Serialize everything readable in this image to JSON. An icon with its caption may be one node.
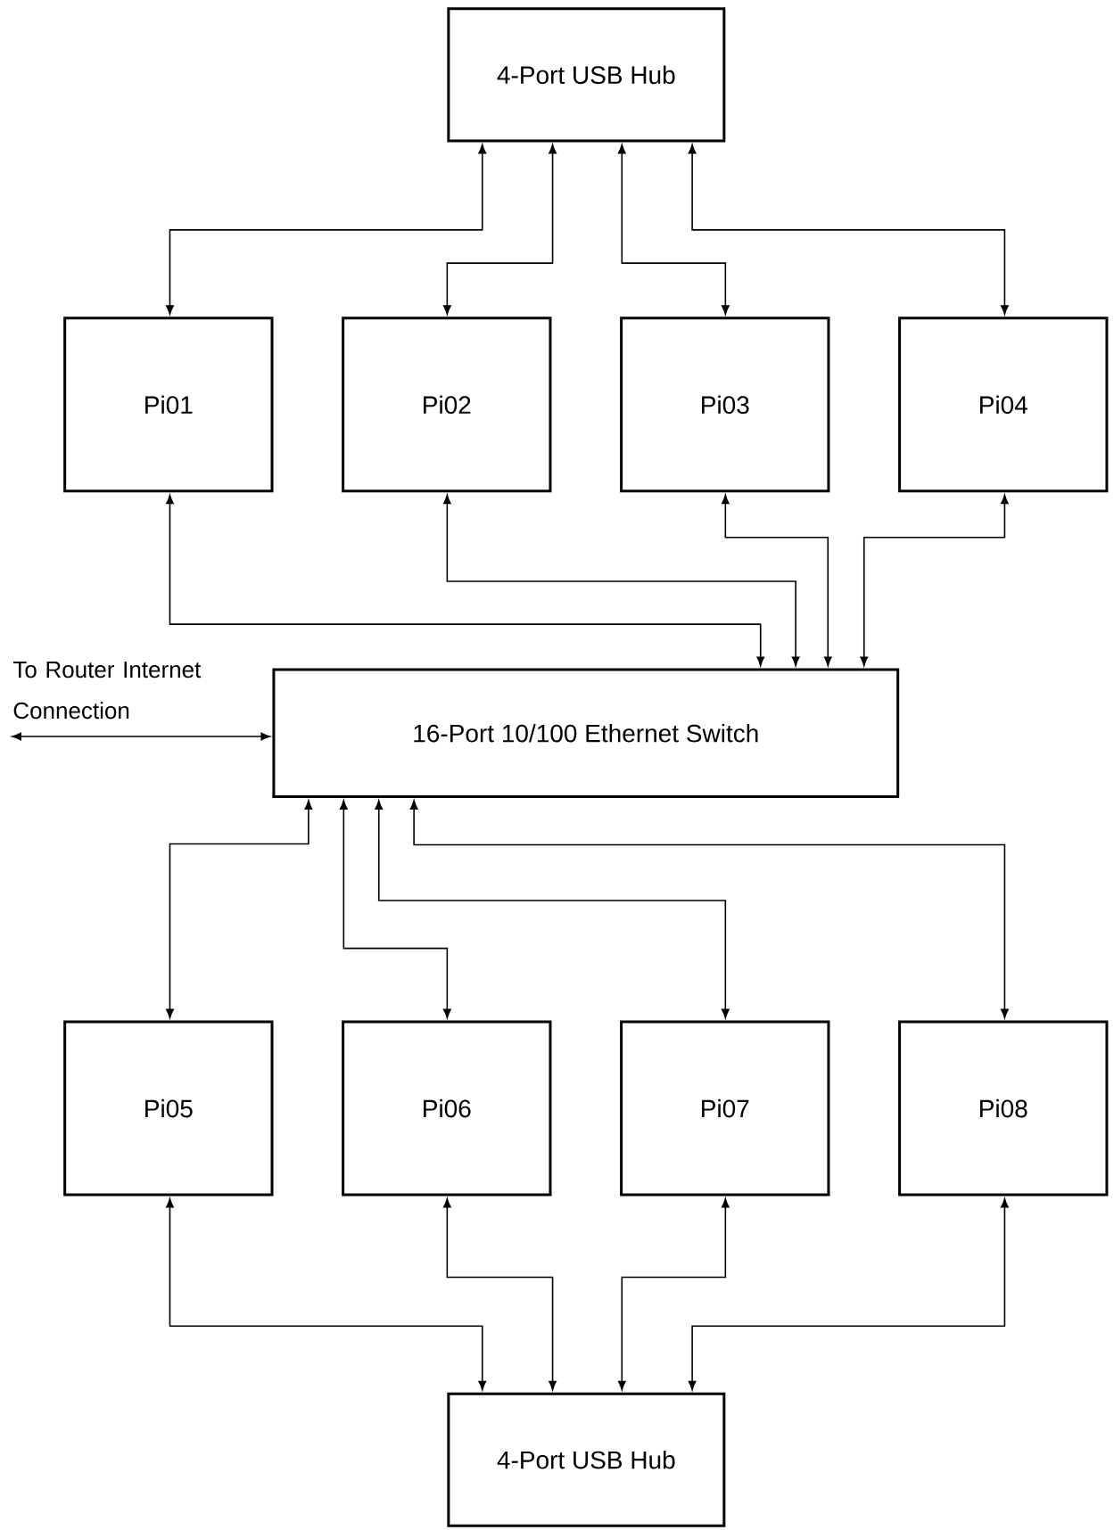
{
  "diagram": {
    "nodes": [
      {
        "text": [
          "4-Port USB Hub"
        ]
      },
      {
        "text": [
          "Pi01"
        ]
      },
      {
        "text": [
          "Pi02"
        ]
      },
      {
        "text": [
          "Pi03"
        ]
      },
      {
        "text": [
          "Pi04"
        ]
      },
      {
        "text": [
          "16-Port 10/100 Ethernet Switch"
        ]
      },
      {
        "text": [
          "Pi05"
        ]
      },
      {
        "text": [
          "Pi06"
        ]
      },
      {
        "text": [
          "Pi07"
        ]
      },
      {
        "text": [
          "Pi08"
        ]
      },
      {
        "text": [
          "4-Port USB Hub"
        ]
      }
    ],
    "edges": [
      {
        "from": 0,
        "to": 1,
        "arrow": "both"
      },
      {
        "from": 0,
        "to": 2,
        "arrow": "both"
      },
      {
        "from": 0,
        "to": 3,
        "arrow": "both"
      },
      {
        "from": 0,
        "to": 4,
        "arrow": "both"
      },
      {
        "from": 1,
        "to": 5,
        "arrow": "both"
      },
      {
        "from": 2,
        "to": 5,
        "arrow": "both"
      },
      {
        "from": 3,
        "to": 5,
        "arrow": "both"
      },
      {
        "from": 4,
        "to": 5,
        "arrow": "both"
      },
      {
        "from": 5,
        "to": 6,
        "arrow": "both"
      },
      {
        "from": 5,
        "to": 7,
        "arrow": "both"
      },
      {
        "from": 5,
        "to": 8,
        "arrow": "both"
      },
      {
        "from": 5,
        "to": 9,
        "arrow": "both"
      },
      {
        "from": 6,
        "to": 10,
        "arrow": "both"
      },
      {
        "from": 7,
        "to": 10,
        "arrow": "both"
      },
      {
        "from": 8,
        "to": 10,
        "arrow": "both"
      },
      {
        "from": 9,
        "to": 10,
        "arrow": "both"
      },
      {
        "from": null,
        "to": 5,
        "arrow": "both",
        "label": "To Router Internet Connection"
      }
    ]
  }
}
